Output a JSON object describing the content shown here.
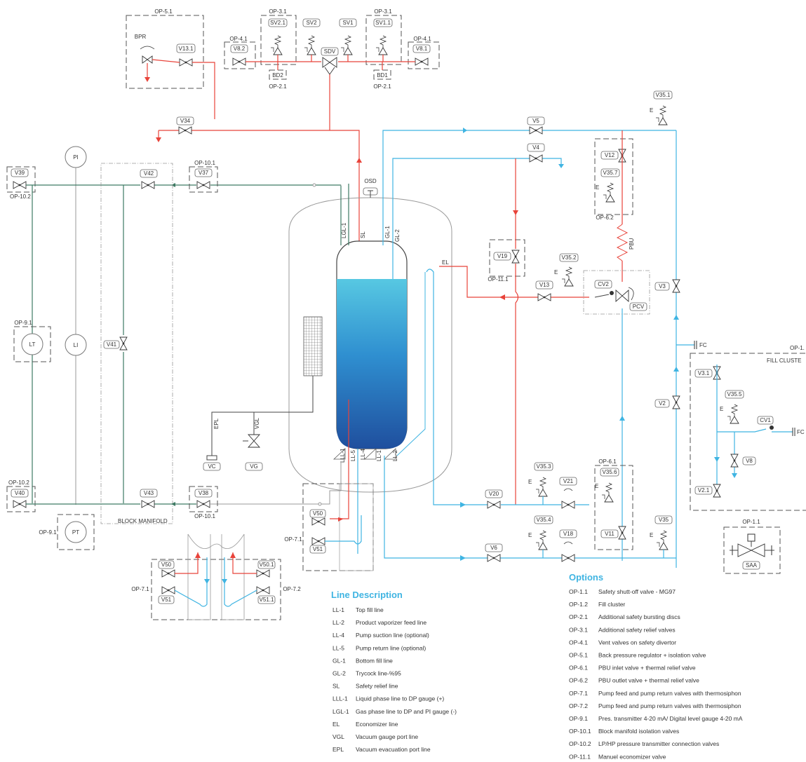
{
  "tags": {
    "op51": "OP-5.1",
    "bpr": "BPR",
    "v131": "V13.1",
    "op31a": "OP-3.1",
    "sv21": "SV2.1",
    "sv2": "SV2",
    "sv1": "SV1",
    "op31b": "OP-3.1",
    "sv11": "SV1.1",
    "op41a": "OP-4.1",
    "v82": "V8.2",
    "sdv": "SDV",
    "op41b": "OP-4.1",
    "v81": "V8.1",
    "bd2": "BD2",
    "op21a": "OP-2.1",
    "bd1": "BD1",
    "op21b": "OP-2.1",
    "v351": "V35.1",
    "v34": "V34",
    "v5": "V5",
    "v4": "V4",
    "v12": "V12",
    "v357": "V35.7",
    "op62": "OP-6.2",
    "pi": "PI",
    "v39": "V39",
    "op102a": "OP-10.2",
    "v42": "V42",
    "op101a": "OP-10.1",
    "v37": "V37",
    "osd": "OSD",
    "lgl1": "LGL-1",
    "sl": "SL",
    "gl1": "GL-1",
    "gl2": "GL-2",
    "pbu": "PBU",
    "v19": "V19",
    "op111": "OP-11.1",
    "v352": "V35.2",
    "el": "EL",
    "v13": "V13",
    "cv2": "CV2",
    "pcv": "PCV",
    "v3": "V3",
    "op91a": "OP-9.1",
    "lt": "LT",
    "li": "LI",
    "v41": "V41",
    "fc1": "FC",
    "op12": "OP-1.",
    "fillcluster": "FILL CLUSTE",
    "v31": "V3.1",
    "v355": "V35.5",
    "cv1": "CV1",
    "fc2": "FC",
    "v8": "V8",
    "v2": "V2",
    "v21": "V2.1",
    "epl": "EPL",
    "vgl": "VGL",
    "vc": "VC",
    "vg": "VG",
    "lll1": "LLL-1",
    "ll5": "LL-5",
    "ll4": "LL-4",
    "ll1": "LL-1",
    "ll2": "LL-2",
    "op102b": "OP-10.2",
    "v40": "V40",
    "v43": "V43",
    "v38": "V38",
    "op101b": "OP-10.1",
    "blockmanifold": "BLOCK MANIFOLD",
    "op91b": "OP-9.1",
    "pt": "PT",
    "v50a": "V50",
    "op71a": "OP-7.1",
    "v51a": "V51",
    "v353": "V35.3",
    "v21b": "V21",
    "v20": "V20",
    "op61": "OP-6.1",
    "v356": "V35.6",
    "v11": "V11",
    "v354": "V35.4",
    "v18": "V18",
    "v6": "V6",
    "v35": "V35",
    "op111b": "OP-1.1",
    "saa": "SAA",
    "v50b": "V50",
    "op71b": "OP-7.1",
    "v51b": "V51",
    "v501": "V50.1",
    "op72": "OP-7.2",
    "v511": "V51.1",
    "e": "E"
  },
  "line_description": {
    "title": "Line Description",
    "items": [
      {
        "code": "LL-1",
        "desc": "Top fill line"
      },
      {
        "code": "LL-2",
        "desc": "Product vaporizer feed line"
      },
      {
        "code": "LL-4",
        "desc": "Pump suction line (optional)"
      },
      {
        "code": "LL-5",
        "desc": "Pump return line (optional)"
      },
      {
        "code": "GL-1",
        "desc": "Bottom fill line"
      },
      {
        "code": "GL-2",
        "desc": "Trycock line-%95"
      },
      {
        "code": "SL",
        "desc": "Safety relief line"
      },
      {
        "code": "LLL-1",
        "desc": "Liquid phase line to DP gauge (+)"
      },
      {
        "code": "LGL-1",
        "desc": "Gas phase line to DP and PI gauge (-)"
      },
      {
        "code": "EL",
        "desc": "Economizer line"
      },
      {
        "code": "VGL",
        "desc": "Vacuum gauge port line"
      },
      {
        "code": "EPL",
        "desc": "Vacuum evacuation port line"
      }
    ]
  },
  "options": {
    "title": "Options",
    "items": [
      {
        "code": "OP-1.1",
        "desc": "Safety shutt-off valve - MG97"
      },
      {
        "code": "OP-1.2",
        "desc": "Fill cluster"
      },
      {
        "code": "OP-2.1",
        "desc": "Additional safety bursting discs"
      },
      {
        "code": "OP-3.1",
        "desc": "Additional safety relief valves"
      },
      {
        "code": "OP-4.1",
        "desc": "Vent valves on safety divertor"
      },
      {
        "code": "OP-5.1",
        "desc": "Back pressure regulator + isolation valve"
      },
      {
        "code": "OP-6.1",
        "desc": "PBU inlet valve + thermal relief valve"
      },
      {
        "code": "OP-6.2",
        "desc": "PBU outlet valve + thermal relief valve"
      },
      {
        "code": "OP-7.1",
        "desc": "Pump feed and pump return valves with thermosiphon"
      },
      {
        "code": "OP-7.2",
        "desc": "Pump feed and pump return valves with thermosiphon"
      },
      {
        "code": "OP-9.1",
        "desc": "Pres. transmitter 4-20 mA/ Digital level gauge 4-20 mA"
      },
      {
        "code": "OP-10.1",
        "desc": "Block manifold isolation valves"
      },
      {
        "code": "OP-10.2",
        "desc": "LP/HP pressure transmitter connection valves"
      },
      {
        "code": "OP-11.1",
        "desc": "Manuel economizer valve"
      }
    ]
  },
  "colors": {
    "liquid_top": "#57c8e2",
    "liquid_bottom": "#1f4f9e",
    "red_line": "#e8433a",
    "blue_line": "#3fb4e2",
    "green_line": "#3e7a63",
    "accent": "#3fb4e2"
  }
}
